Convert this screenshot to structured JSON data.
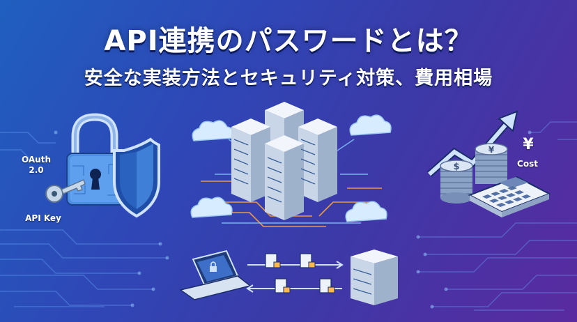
{
  "title": "API連携のパスワードとは？",
  "subtitle": "安全な実装方法とセキュリティ対策、費用相場",
  "labels": {
    "oauth": "OAuth",
    "oauth_version": "2.0",
    "api_key": "API Key",
    "yen": "¥",
    "cost": "Cost"
  },
  "icons": [
    "padlock-icon",
    "shield-icon",
    "key-icon",
    "cloud-icon",
    "server-icon",
    "coin-stack-icon",
    "calculator-icon",
    "trend-arrow-icon",
    "laptop-icon",
    "document-lock-icon"
  ],
  "colors": {
    "bg_left": "#1f5fbf",
    "bg_right": "#5a2aa0",
    "circuit_line": "#6fb2ff",
    "accent_orange": "#ffa43a"
  }
}
